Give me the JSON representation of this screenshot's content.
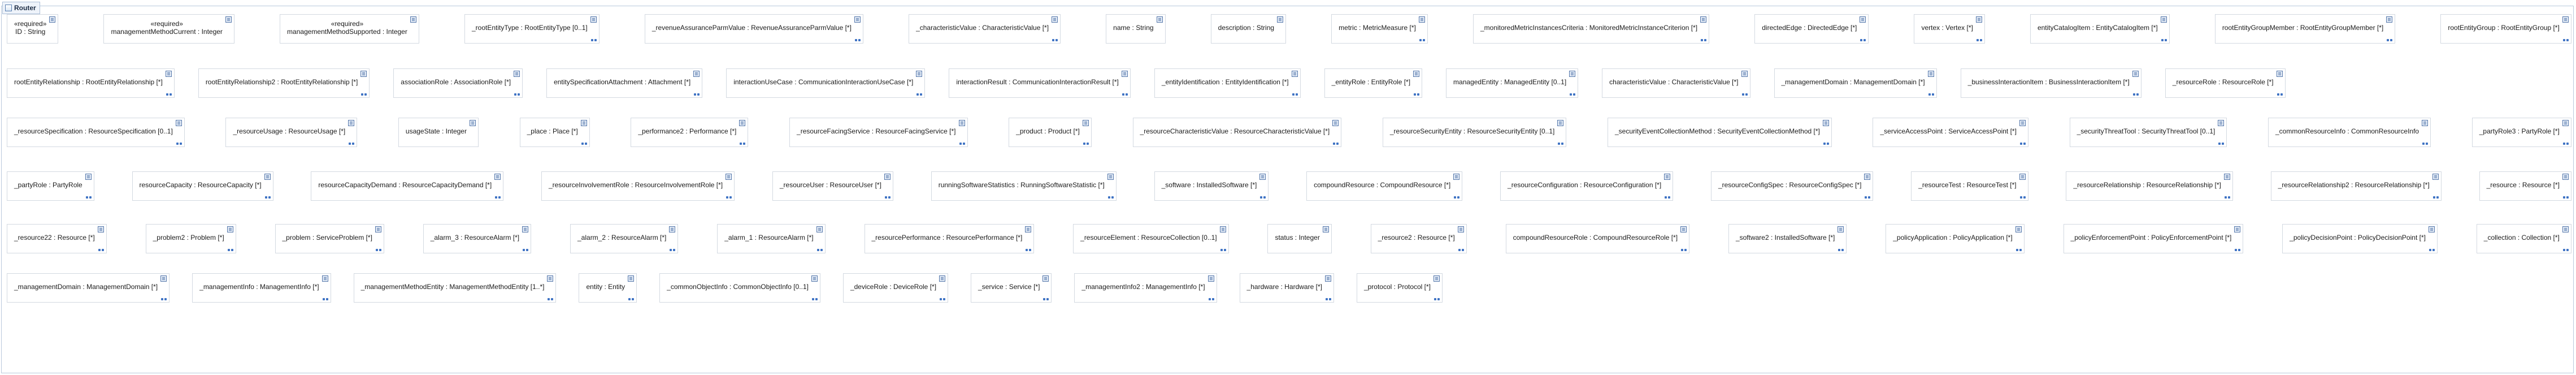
{
  "frame": {
    "title": "Router"
  },
  "rows": [
    [
      {
        "t": "«required»\nID : String",
        "m": false
      },
      {
        "t": "«required»\nmanagementMethodCurrent : Integer",
        "m": false
      },
      {
        "t": "«required»\nmanagementMethodSupported : Integer",
        "m": false
      },
      {
        "t": "_rootEntityType : RootEntityType [0..1]",
        "m": true
      },
      {
        "t": "_revenueAssuranceParmValue : RevenueAssuranceParmValue [*]",
        "m": true
      },
      {
        "t": "_characteristicValue : CharacteristicValue [*]",
        "m": true
      },
      {
        "t": "name : String",
        "m": false
      },
      {
        "t": "description : String",
        "m": false
      },
      {
        "t": "metric : MetricMeasure [*]",
        "m": true
      },
      {
        "t": "_monitoredMetricInstancesCriteria : MonitoredMetricInstanceCriterion [*]",
        "m": true
      },
      {
        "t": "directedEdge : DirectedEdge [*]",
        "m": true
      },
      {
        "t": "vertex : Vertex [*]",
        "m": true
      },
      {
        "t": "entityCatalogItem : EntityCatalogItem [*]",
        "m": true
      },
      {
        "t": "rootEntityGroupMember : RootEntityGroupMember [*]",
        "m": true
      },
      {
        "t": "rootEntityGroup : RootEntityGroup [*]",
        "m": true
      }
    ],
    [
      {
        "t": "rootEntityRelationship : RootEntityRelationship [*]",
        "m": true
      },
      {
        "t": "rootEntityRelationship2 : RootEntityRelationship [*]",
        "m": true
      },
      {
        "t": "associationRole : AssociationRole [*]",
        "m": true
      },
      {
        "t": "entitySpecificationAttachment : Attachment [*]",
        "m": true
      },
      {
        "t": "interactionUseCase : CommunicationInteractionUseCase [*]",
        "m": true
      },
      {
        "t": "interactionResult : CommunicationInteractionResult [*]",
        "m": true
      },
      {
        "t": "_entityIdentification : EntityIdentification [*]",
        "m": true
      },
      {
        "t": "_entityRole : EntityRole [*]",
        "m": true
      },
      {
        "t": "managedEntity : ManagedEntity [0..1]",
        "m": true
      },
      {
        "t": "characteristicValue : CharacteristicValue [*]",
        "m": true
      },
      {
        "t": "_managementDomain : ManagementDomain [*]",
        "m": true
      },
      {
        "t": "_businessInteractionItem : BusinessInteractionItem [*]",
        "m": true
      },
      {
        "t": "_resourceRole : ResourceRole [*]",
        "m": true
      }
    ],
    [
      {
        "t": "_resourceSpecification : ResourceSpecification [0..1]",
        "m": true
      },
      {
        "t": "_resourceUsage : ResourceUsage [*]",
        "m": true
      },
      {
        "t": "usageState : Integer",
        "m": false
      },
      {
        "t": "_place : Place [*]",
        "m": true
      },
      {
        "t": "_performance2 : Performance [*]",
        "m": true
      },
      {
        "t": "_resourceFacingService : ResourceFacingService [*]",
        "m": true
      },
      {
        "t": "_product : Product [*]",
        "m": true
      },
      {
        "t": "_resourceCharacteristicValue : ResourceCharacteristicValue [*]",
        "m": true
      },
      {
        "t": "_resourceSecurityEntity : ResourceSecurityEntity [0..1]",
        "m": true
      },
      {
        "t": "_securityEventCollectionMethod : SecurityEventCollectionMethod [*]",
        "m": true
      },
      {
        "t": "_serviceAccessPoint : ServiceAccessPoint [*]",
        "m": true
      },
      {
        "t": "_securityThreatTool : SecurityThreatTool [0..1]",
        "m": true
      },
      {
        "t": "_commonResourceInfo : CommonResourceInfo",
        "m": true
      },
      {
        "t": "_partyRole3 : PartyRole [*]",
        "m": true
      }
    ],
    [
      {
        "t": "_partyRole : PartyRole",
        "m": true
      },
      {
        "t": "resourceCapacity : ResourceCapacity [*]",
        "m": true
      },
      {
        "t": "resourceCapacityDemand : ResourceCapacityDemand [*]",
        "m": true
      },
      {
        "t": "_resourceInvolvementRole : ResourceInvolvementRole [*]",
        "m": true
      },
      {
        "t": "_resourceUser : ResourceUser [*]",
        "m": true
      },
      {
        "t": "runningSoftwareStatistics : RunningSoftwareStatistic [*]",
        "m": true
      },
      {
        "t": "_software : InstalledSoftware [*]",
        "m": true
      },
      {
        "t": "compoundResource : CompoundResource [*]",
        "m": true
      },
      {
        "t": "_resourceConfiguration : ResourceConfiguration [*]",
        "m": true
      },
      {
        "t": "_resourceConfigSpec : ResourceConfigSpec [*]",
        "m": true
      },
      {
        "t": "_resourceTest : ResourceTest [*]",
        "m": true
      },
      {
        "t": "_resourceRelationship : ResourceRelationship [*]",
        "m": true
      },
      {
        "t": "_resourceRelationship2 : ResourceRelationship [*]",
        "m": true
      },
      {
        "t": "_resource : Resource [*]",
        "m": true
      }
    ],
    [
      {
        "t": "_resource22 : Resource [*]",
        "m": true
      },
      {
        "t": "_problem2 : Problem [*]",
        "m": true
      },
      {
        "t": "_problem : ServiceProblem [*]",
        "m": true
      },
      {
        "t": "_alarm_3 : ResourceAlarm [*]",
        "m": true
      },
      {
        "t": "_alarm_2 : ResourceAlarm [*]",
        "m": true
      },
      {
        "t": "_alarm_1 : ResourceAlarm [*]",
        "m": true
      },
      {
        "t": "_resourcePerformance : ResourcePerformance [*]",
        "m": true
      },
      {
        "t": "_resourceElement : ResourceCollection [0..1]",
        "m": true
      },
      {
        "t": "status : Integer",
        "m": false
      },
      {
        "t": "_resource2 : Resource [*]",
        "m": true
      },
      {
        "t": "compoundResourceRole : CompoundResourceRole [*]",
        "m": true
      },
      {
        "t": "_software2 : InstalledSoftware [*]",
        "m": true
      },
      {
        "t": "_policyApplication : PolicyApplication [*]",
        "m": true
      },
      {
        "t": "_policyEnforcementPoint : PolicyEnforcementPoint [*]",
        "m": true
      },
      {
        "t": "_policyDecisionPoint : PolicyDecisionPoint [*]",
        "m": true
      },
      {
        "t": "_collection : Collection [*]",
        "m": true
      }
    ],
    [
      {
        "t": "_managementDomain : ManagementDomain [*]",
        "m": true
      },
      {
        "t": "_managementInfo : ManagementInfo [*]",
        "m": true
      },
      {
        "t": "_managementMethodEntity : ManagementMethodEntity [1..*]",
        "m": true
      },
      {
        "t": "entity : Entity",
        "m": true
      },
      {
        "t": "_commonObjectInfo : CommonObjectInfo [0..1]",
        "m": true
      },
      {
        "t": "_deviceRole : DeviceRole [*]",
        "m": true
      },
      {
        "t": "_service : Service [*]",
        "m": true
      },
      {
        "t": "_managementInfo2 : ManagementInfo [*]",
        "m": true
      },
      {
        "t": "_hardware : Hardware [*]",
        "m": true
      },
      {
        "t": "_protocol : Protocol [*]",
        "m": true
      }
    ]
  ]
}
